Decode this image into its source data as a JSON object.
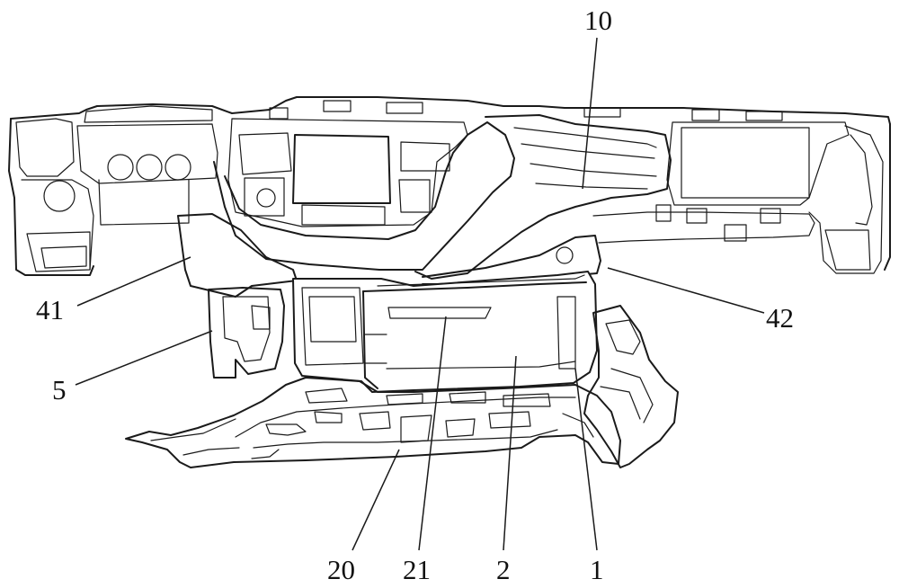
{
  "labels": {
    "l10": "10",
    "l41": "41",
    "l42": "42",
    "l5": "5",
    "l20": "20",
    "l21": "21",
    "l2": "2",
    "l1": "1"
  }
}
